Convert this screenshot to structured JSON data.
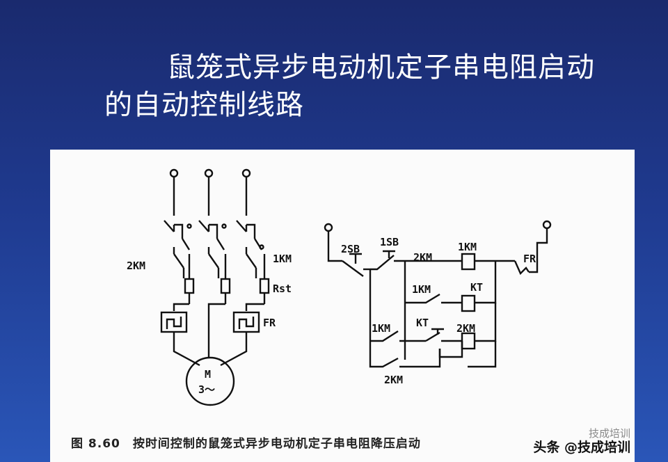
{
  "slide": {
    "title_line1": "鼠笼式异步电动机定子串电阻启动",
    "title_line2": "的自动控制线路"
  },
  "figure": {
    "caption_number": "图 8.60",
    "caption_text": "按时间控制的鼠笼式异步电动机定子串电阻降压启动",
    "labels": {
      "km2_main": "2KM",
      "km1_main": "1KM",
      "r_st": "Rst",
      "fr_main": "FR",
      "motor_m": "M",
      "motor_phase": "3～",
      "sb2": "2SB",
      "sb1": "1SB",
      "km2_ctrl_top": "2KM",
      "km1_coil": "1KM",
      "fr_ctrl": "FR",
      "km1_contact": "1KM",
      "kt_coil": "KT",
      "km1_branch": "1KM",
      "kt_contact": "KT",
      "km2_coil": "2KM",
      "km2_bottom": "2KM"
    }
  },
  "watermark": {
    "brand": "技成培训",
    "line": "头条 @技成培训"
  }
}
